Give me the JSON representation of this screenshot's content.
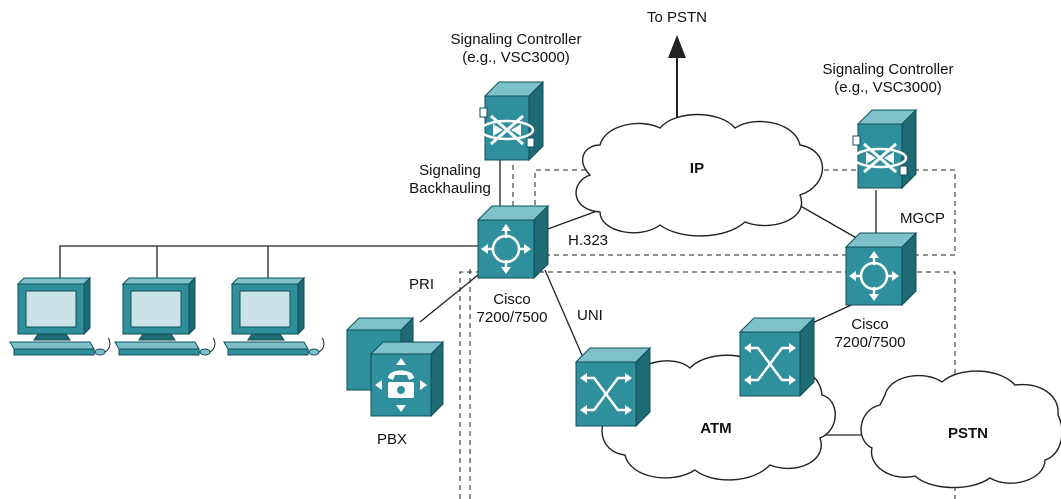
{
  "labels": {
    "to_pstn": "To PSTN",
    "sig_ctrl_left": {
      "line1": "Signaling Controller",
      "line2": "(e.g., VSC3000)"
    },
    "sig_ctrl_right": {
      "line1": "Signaling Controller",
      "line2": "(e.g., VSC3000)"
    },
    "backhaul": {
      "line1": "Signaling",
      "line2": "Backhauling"
    },
    "ip_cloud": "IP",
    "atm_cloud": "ATM",
    "pstn_cloud": "PSTN",
    "h323": "H.323",
    "mgcp": "MGCP",
    "pri": "PRI",
    "uni": "UNI",
    "pbx": "PBX",
    "router_left": {
      "line1": "Cisco",
      "line2": "7200/7500"
    },
    "router_right": {
      "line1": "Cisco",
      "line2": "7200/7500"
    }
  },
  "colors": {
    "device_front": "#2f8f9c",
    "device_top": "#7fc1cb",
    "device_side": "#1e6a75",
    "computer": "#2f8f9c",
    "line": "#222222"
  }
}
